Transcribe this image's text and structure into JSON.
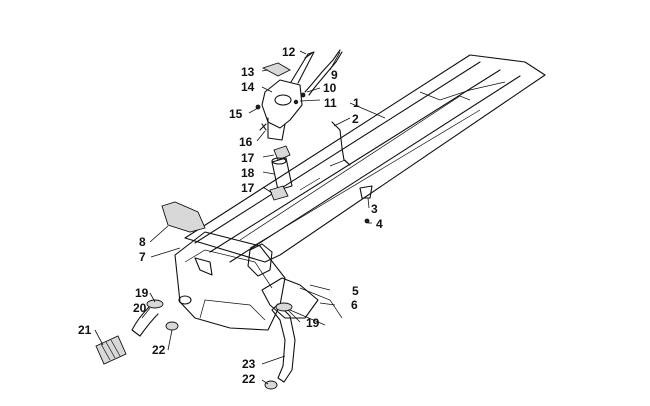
{
  "callouts": [
    {
      "number": "1"
    },
    {
      "number": "2"
    },
    {
      "number": "3"
    },
    {
      "number": "4"
    },
    {
      "number": "5"
    },
    {
      "number": "6"
    },
    {
      "number": "7"
    },
    {
      "number": "8"
    },
    {
      "number": "9"
    },
    {
      "number": "10"
    },
    {
      "number": "11"
    },
    {
      "number": "12"
    },
    {
      "number": "13"
    },
    {
      "number": "14"
    },
    {
      "number": "15"
    },
    {
      "number": "16"
    },
    {
      "number": "17"
    },
    {
      "number": "17"
    },
    {
      "number": "18"
    },
    {
      "number": "19"
    },
    {
      "number": "19"
    },
    {
      "number": "20"
    },
    {
      "number": "21"
    },
    {
      "number": "22"
    },
    {
      "number": "22"
    },
    {
      "number": "23"
    }
  ]
}
